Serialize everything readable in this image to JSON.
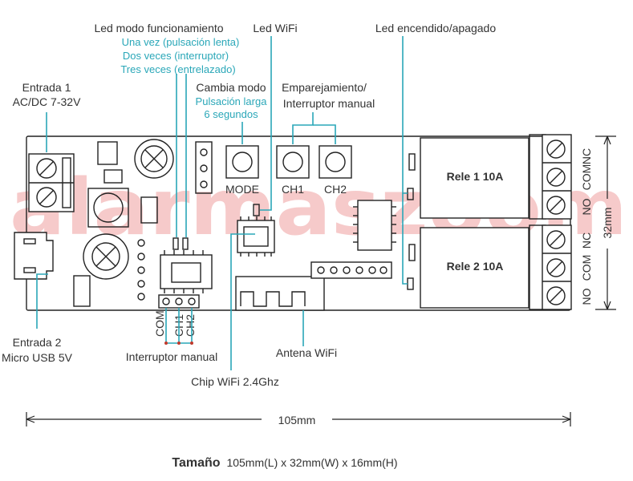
{
  "watermark": {
    "text": "alarmaszoom"
  },
  "labels": {
    "led_mode": "Led modo funcionamiento",
    "led_mode_sub1": "Una vez (pulsación lenta)",
    "led_mode_sub2": "Dos veces (interruptor)",
    "led_mode_sub3": "Tres veces (entrelazado)",
    "led_wifi": "Led WiFi",
    "led_power": "Led encendido/apagado",
    "input1_line1": "Entrada 1",
    "input1_line2": "AC/DC 7-32V",
    "change_mode": "Cambia modo",
    "change_mode_sub1": "Pulsación larga",
    "change_mode_sub2": "6 segundos",
    "pairing_line1": "Emparejamiento/",
    "pairing_line2": "Interruptor manual",
    "input2_line1": "Entrada 2",
    "input2_line2": "Micro USB 5V",
    "manual_switch": "Interruptor manual",
    "antenna": "Antena WiFi",
    "chip": "Chip WiFi 2.4Ghz",
    "btn_mode": "MODE",
    "btn_ch1": "CH1",
    "btn_ch2": "CH2",
    "header_com": "COM",
    "header_ch1": "CH1",
    "header_ch2": "CH2",
    "relay1": "Rele 1 10A",
    "relay2": "Rele 2 10A",
    "term_nc": "NC",
    "term_com": "COM",
    "term_no": "NO",
    "height_dim": "32mm",
    "length_dim": "105mm",
    "size_bold": "Tamaño",
    "size_text": "105mm(L) x 32mm(W) x 16mm(H)"
  },
  "colors": {
    "accent": "#2aa7b8",
    "ink": "#222222",
    "text": "#333333",
    "watermark": "#f3b9b9"
  }
}
